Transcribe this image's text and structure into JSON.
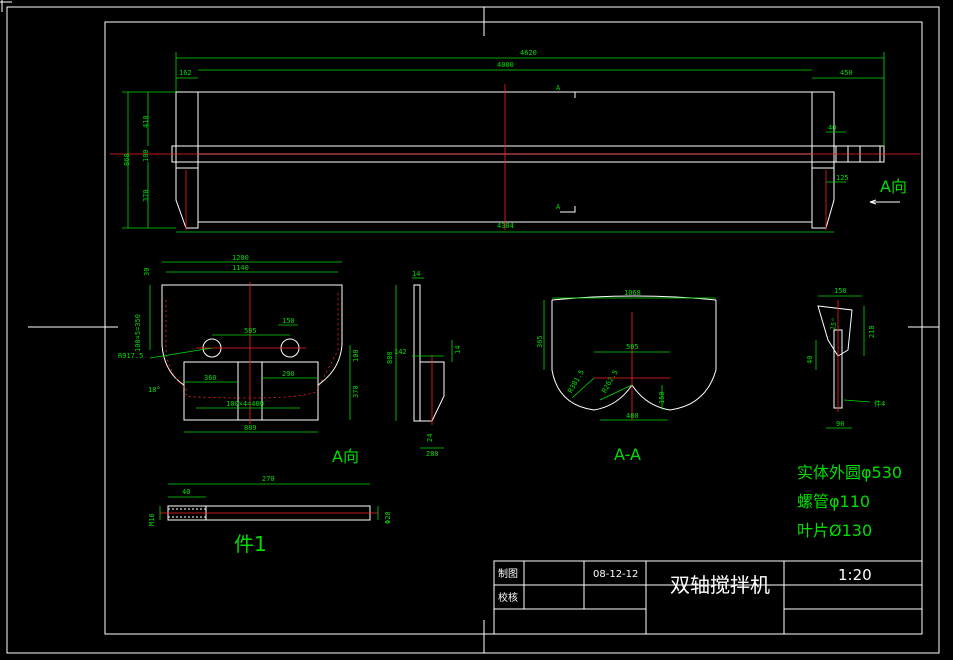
{
  "dims": {
    "top_overall": "4620",
    "top_inner": "4000",
    "top_left": "162",
    "top_right": "450",
    "top_right_small": "40",
    "top_right_125": "125",
    "top_bottom": "4384",
    "left_total": "860",
    "left_410": "410",
    "left_100": "100",
    "left_370": "370",
    "end_1200": "1200",
    "end_1140": "1140",
    "end_30": "30",
    "end_left_chain": "100×5=350",
    "end_505": "505",
    "end_150": "150",
    "end_radius": "R917.5",
    "end_angle": "18°",
    "end_360": "360",
    "end_290": "290",
    "end_bottom_chain": "100×4=400",
    "end_889": "889",
    "end_right_100": "100",
    "end_right_370": "370",
    "side_14": "14",
    "side_880": "880",
    "side_142": "142",
    "side_14b": "14",
    "side_24": "24",
    "side_280": "280",
    "sec_1068": "1068",
    "sec_505": "505",
    "sec_365": "365",
    "sec_r1": "R381.5",
    "sec_r2": "R262.5",
    "sec_480": "480",
    "sec_150": "150",
    "blade_150": "150",
    "blade_210": "210",
    "blade_40": "40",
    "blade_90": "90",
    "blade_angle": "15°",
    "blade_label": "件4",
    "shaft_270": "270",
    "shaft_40": "40",
    "shaft_m16": "M16",
    "shaft_d20": "Φ20"
  },
  "view_labels": {
    "a_dir_top": "A向",
    "a_dir_end": "A向",
    "section": "A-A",
    "part1": "件1",
    "section_mark": "A"
  },
  "notes": [
    "实体外圆φ530",
    "螺管φ110",
    "叶片Ø130"
  ],
  "title_block": {
    "drawn_label": "制图",
    "check_label": "校核",
    "date": "08-12-12",
    "title": "双轴搅拌机",
    "scale": "1:20"
  }
}
